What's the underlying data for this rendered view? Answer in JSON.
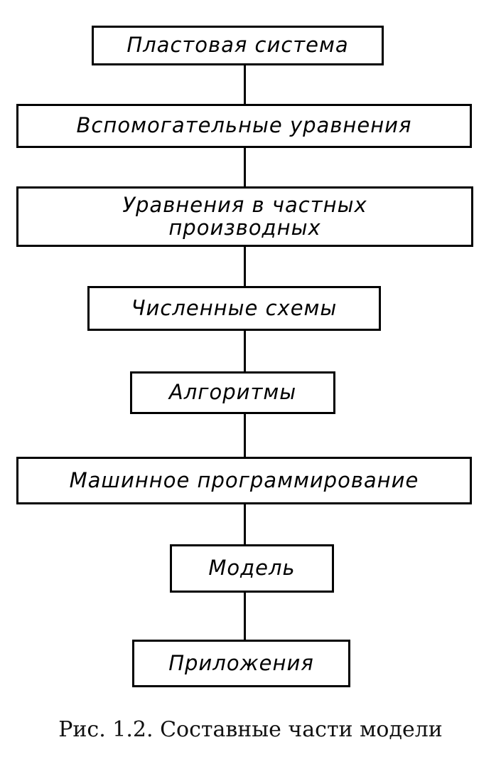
{
  "diagram": {
    "boxes": [
      {
        "label": "Пластовая система"
      },
      {
        "label": "Вспомогательные уравнения"
      },
      {
        "label_line1": "Уравнения в частных",
        "label_line2": "производных"
      },
      {
        "label": "Численные схемы"
      },
      {
        "label": "Алгоритмы"
      },
      {
        "label": "Машинное программирование"
      },
      {
        "label": "Модель"
      },
      {
        "label": "Приложения"
      }
    ]
  },
  "caption": "Рис. 1.2. Составные части модели"
}
